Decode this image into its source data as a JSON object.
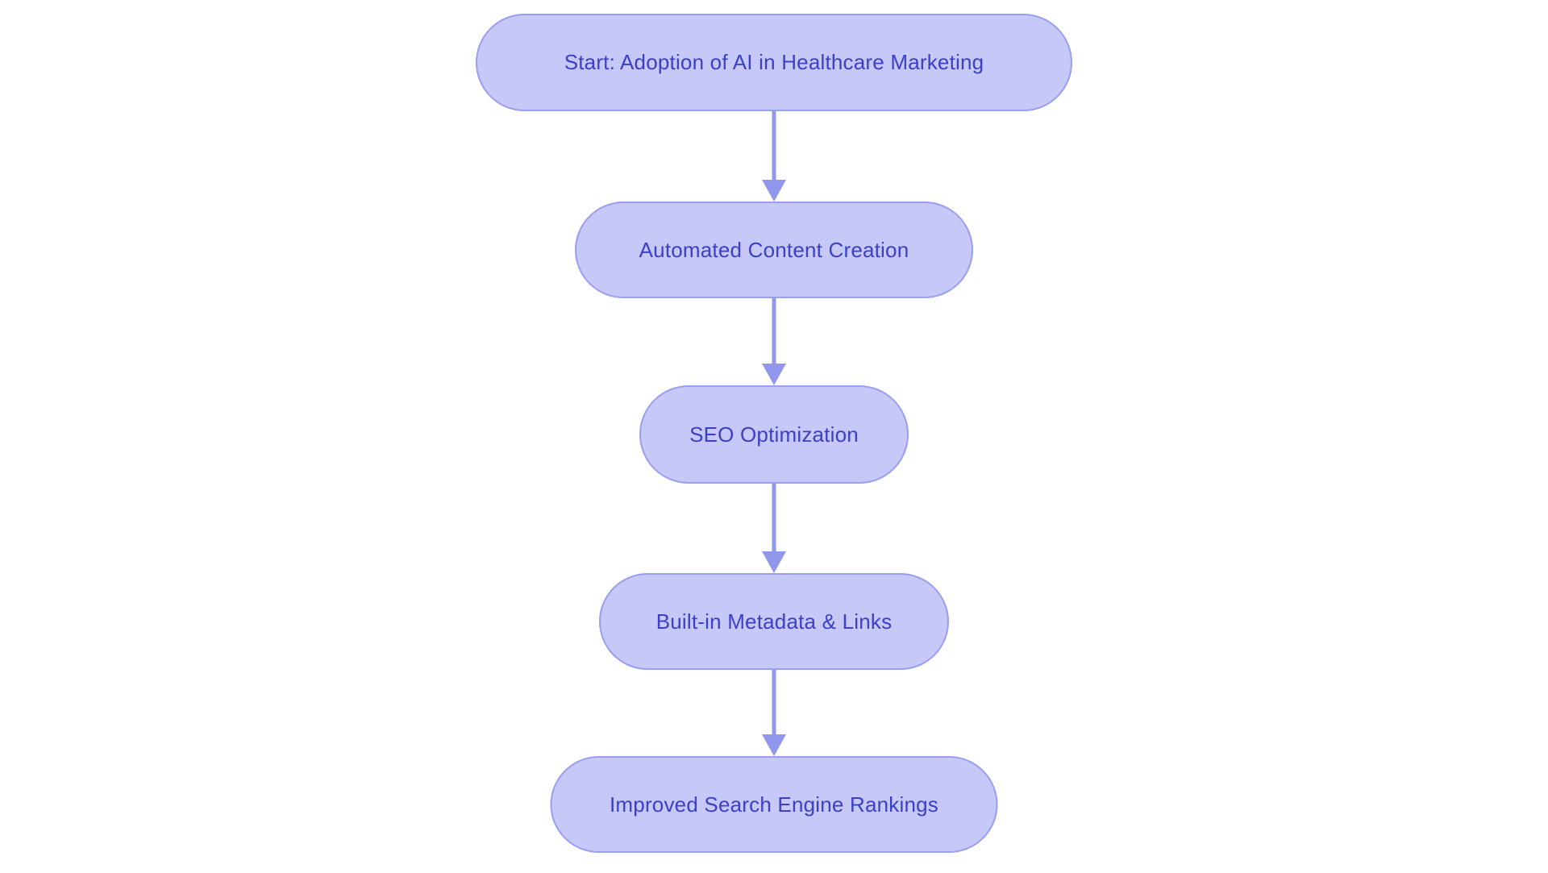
{
  "flowchart": {
    "type": "flowchart",
    "direction": "top-down",
    "nodes": [
      {
        "id": "start",
        "label": "Start: Adoption of AI in Healthcare Marketing"
      },
      {
        "id": "content",
        "label": "Automated Content Creation"
      },
      {
        "id": "seo",
        "label": "SEO Optimization"
      },
      {
        "id": "metadata",
        "label": "Built-in Metadata & Links"
      },
      {
        "id": "rankings",
        "label": "Improved Search Engine Rankings"
      }
    ],
    "edges": [
      {
        "from": "start",
        "to": "content"
      },
      {
        "from": "content",
        "to": "seo"
      },
      {
        "from": "seo",
        "to": "metadata"
      },
      {
        "from": "metadata",
        "to": "rankings"
      }
    ]
  },
  "theme": {
    "background": "#ffffff",
    "node_fill": "#c6c8f7",
    "node_border": "#9a9ef0",
    "node_text": "#3c40c8",
    "arrow_color": "#9297ee"
  }
}
